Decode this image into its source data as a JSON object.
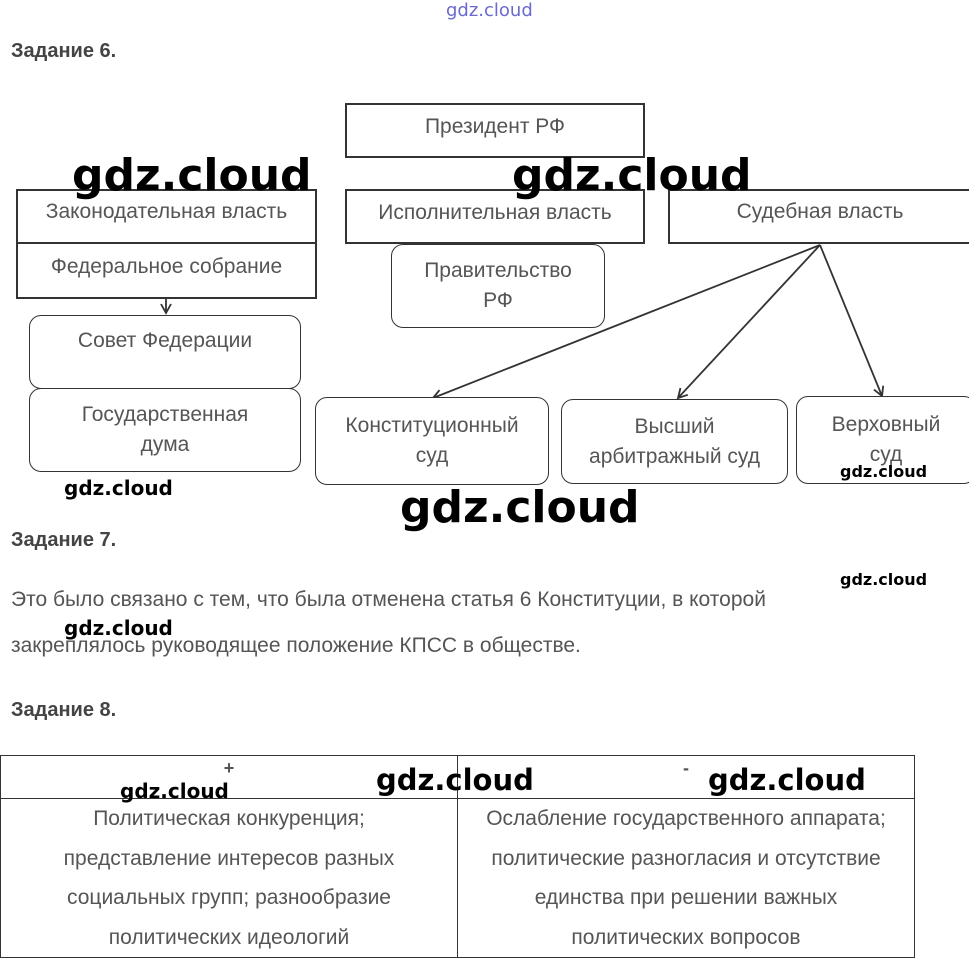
{
  "watermarks": {
    "top": "gdz.cloud",
    "big_left": "gdz.cloud",
    "big_center": "gdz.cloud",
    "big_bottom": "gdz.cloud",
    "small_left1": "gdz.cloud",
    "small_left2": "gdz.cloud",
    "small_right1": "gdz.cloud",
    "small_right2": "gdz.cloud",
    "table_left": "gdz.cloud",
    "table_center": "gdz.cloud",
    "table_right": "gdz.cloud"
  },
  "task6": {
    "heading": "Задание 6.",
    "president": "Президент РФ",
    "legislative": "Законодательная власть",
    "federal_assembly": "Федеральное собрание",
    "federation_council": "Совет Федерации",
    "state_duma": "Государственная дума",
    "executive": "Исполнительная власть",
    "government": "Правительство РФ",
    "judicial": "Судебная власть",
    "constitutional_court": "Конституционный суд",
    "arbitration_court": "Высший арбитражный суд",
    "supreme_court": "Верховный суд"
  },
  "task7": {
    "heading": "Задание 7.",
    "line1": "Это было связано с тем, что была отменена статья 6 Конституции, в которой",
    "line2": "закреплялось руководящее положение КПСС в обществе."
  },
  "task8": {
    "heading": "Задание 8.",
    "plus_label": "+",
    "minus_label": "-",
    "plus_text": "Политическая конкуренция; представление интересов разных социальных групп; разнообразие политических идеологий",
    "minus_text": "Ослабление государственного аппарата; политические разногласия и отсутствие единства при решении важных политических вопросов"
  }
}
